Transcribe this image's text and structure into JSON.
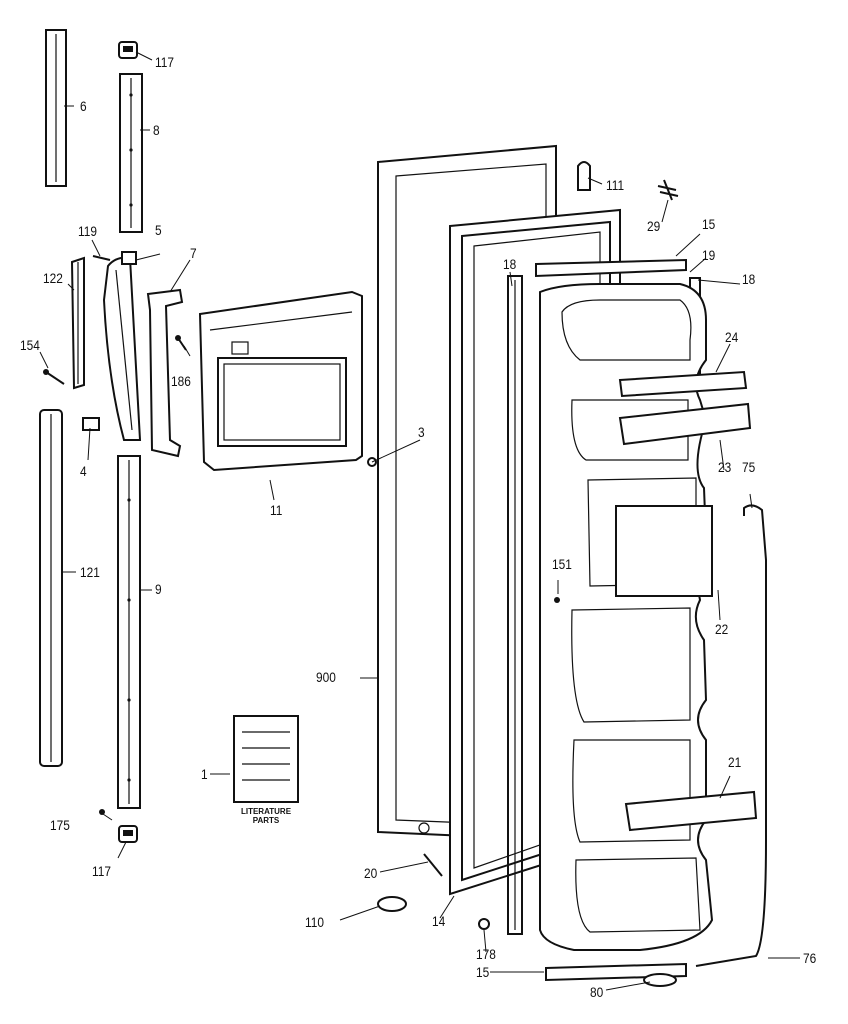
{
  "labels": {
    "p6": "6",
    "p8": "8",
    "p117a": "117",
    "p117b": "117",
    "p111": "111",
    "p29": "29",
    "p15a": "15",
    "p15b": "15",
    "p19": "19",
    "p18a": "18",
    "p18b": "18",
    "p5": "5",
    "p119": "119",
    "p7": "7",
    "p122": "122",
    "p154": "154",
    "p186": "186",
    "p24": "24",
    "p3": "3",
    "p4": "4",
    "p11": "11",
    "p23": "23",
    "p75": "75",
    "p121": "121",
    "p9": "9",
    "p151": "151",
    "p22": "22",
    "p900": "900",
    "p1": "1",
    "p21": "21",
    "p175": "175",
    "p20": "20",
    "p110": "110",
    "p14": "14",
    "p178": "178",
    "p76": "76",
    "p80": "80"
  },
  "literature": {
    "line1": "LITERATURE",
    "line2": "PARTS"
  }
}
